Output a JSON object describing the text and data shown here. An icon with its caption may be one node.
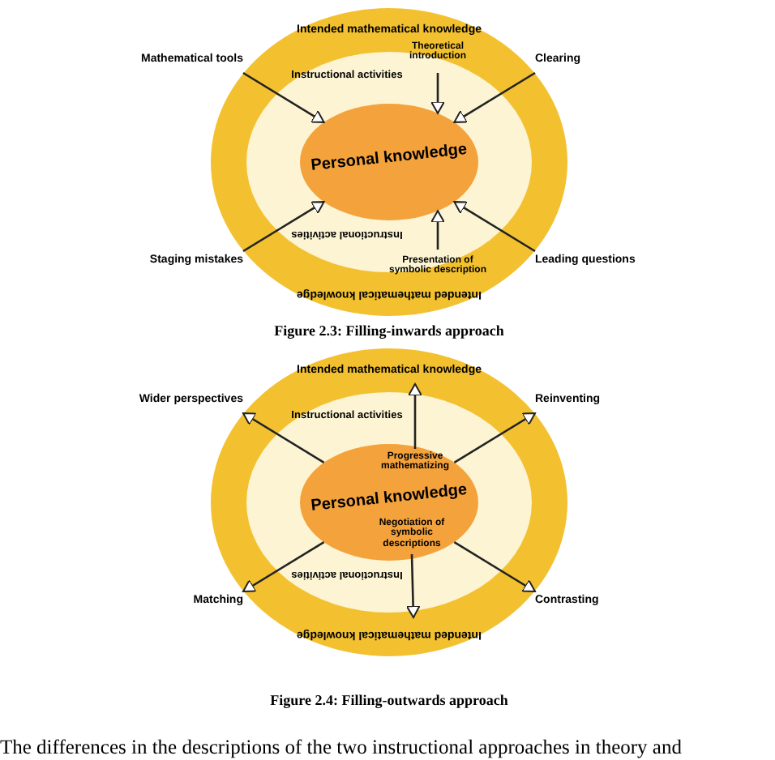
{
  "diagram": {
    "nodes": [
      {
        "text": [
          "Intended mathematical knowledge",
          "Intended mathematical knowledge"
        ]
      },
      {
        "text": [
          "Instructional activities",
          "Instructional activities"
        ],
        "in": 0
      },
      {
        "text": [
          "Personal knowledge"
        ],
        "in": 1
      },
      {
        "text": [
          "Theoretical introduction"
        ],
        "in": 0
      },
      {
        "text": [
          "Mathematical tools"
        ]
      },
      {
        "text": [
          "Clearing"
        ]
      },
      {
        "text": [
          "Staging mistakes"
        ]
      },
      {
        "text": [
          "Leading questions"
        ]
      },
      {
        "text": [
          "Presentation of symbolic description"
        ],
        "in": 1
      },
      {
        "text": [
          "Intended mathematical knowledge",
          "Intended mathematical knowledge"
        ]
      },
      {
        "text": [
          "Instructional activities",
          "Instructional activities"
        ],
        "in": 9
      },
      {
        "text": [
          "Personal knowledge"
        ],
        "in": 10
      },
      {
        "text": [
          "Progressive mathematizing"
        ],
        "in": 11
      },
      {
        "text": [
          "Wider perspectives"
        ]
      },
      {
        "text": [
          "Reinventing"
        ]
      },
      {
        "text": [
          "Matching"
        ]
      },
      {
        "text": [
          "Contrasting"
        ]
      },
      {
        "text": [
          "Negotiation of symbolic descriptions"
        ],
        "in": 11
      }
    ],
    "edges": [
      {
        "from": 3,
        "to": 2,
        "arrow": "to"
      },
      {
        "from": 4,
        "to": 2,
        "arrow": "to"
      },
      {
        "from": 5,
        "to": 2,
        "arrow": "to"
      },
      {
        "from": 6,
        "to": 2,
        "arrow": "to"
      },
      {
        "from": 7,
        "to": 2,
        "arrow": "to"
      },
      {
        "from": 8,
        "to": 2,
        "arrow": "to"
      },
      {
        "from": 12,
        "to": null,
        "arrow": "to"
      },
      {
        "from": 11,
        "to": 13,
        "arrow": "to"
      },
      {
        "from": 11,
        "to": 14,
        "arrow": "to"
      },
      {
        "from": 11,
        "to": 15,
        "arrow": "to"
      },
      {
        "from": 11,
        "to": 16,
        "arrow": "to"
      },
      {
        "from": 17,
        "to": null,
        "arrow": "to"
      }
    ],
    "labels": [
      "Figure 2.3: Filling-inwards approach",
      "Figure 2.4: Filling-outwards approach",
      "The differences in the descriptions of the two instructional approaches in theory and"
    ]
  }
}
